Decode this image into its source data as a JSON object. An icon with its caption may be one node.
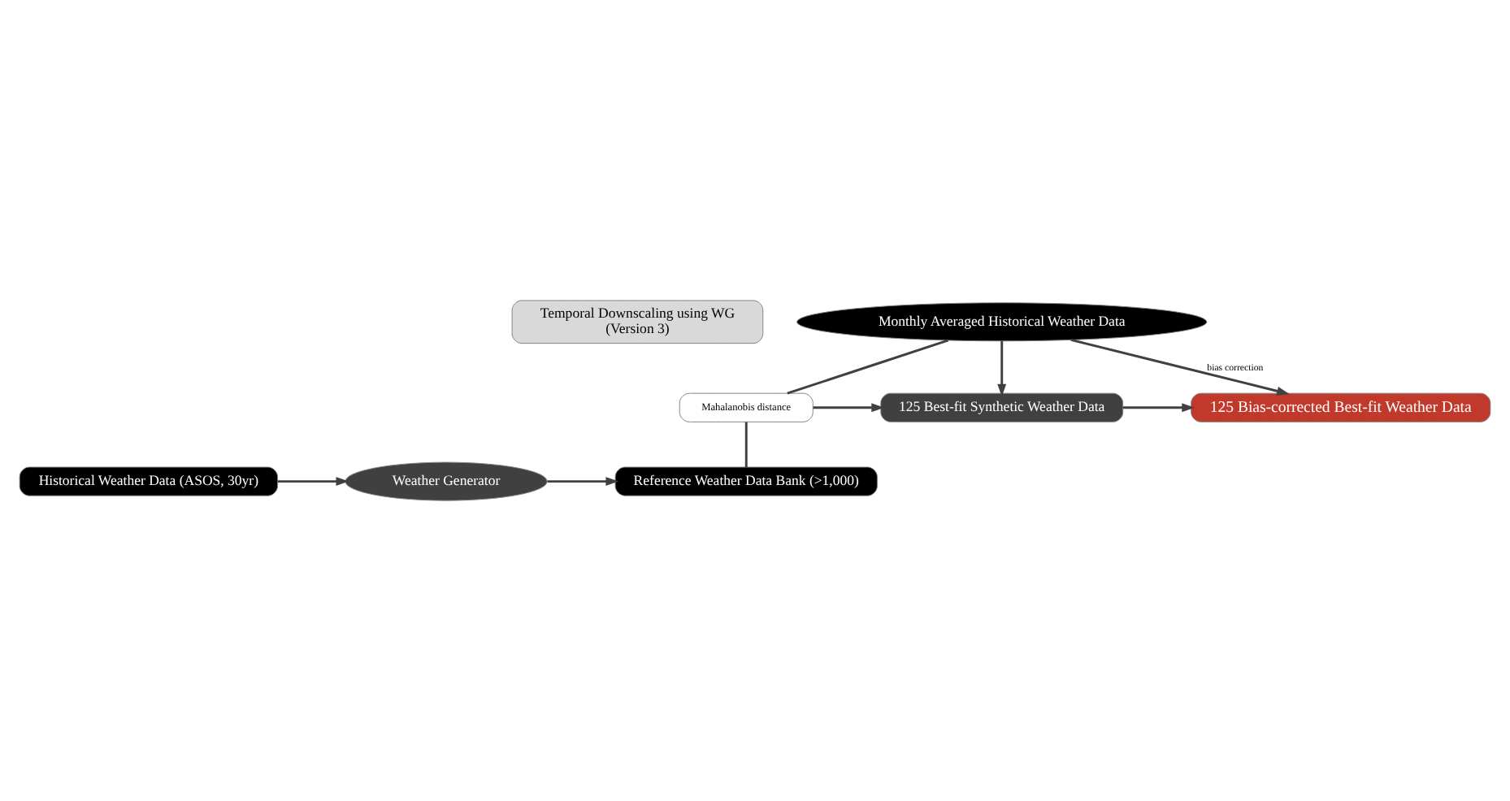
{
  "diagram": {
    "nodes": [
      {
        "text": [
          "Temporal Downscaling using WG",
          "(Version 3)"
        ]
      },
      {
        "text": [
          "Monthly Averaged Historical Weather Data"
        ]
      },
      {
        "text": [
          "125 Bias-corrected Best-fit Weather Data"
        ]
      },
      {
        "text": [
          "125 Best-fit Synthetic Weather Data"
        ]
      },
      {
        "text": [
          "Mahalanobis distance"
        ]
      },
      {
        "text": [
          "Historical Weather Data (ASOS, 30yr)"
        ]
      },
      {
        "text": [
          "Weather Generator"
        ]
      },
      {
        "text": [
          "Reference Weather Data Bank (>1,000)"
        ]
      }
    ],
    "edges": [
      {
        "from": 5,
        "to": 6,
        "arrow": "to"
      },
      {
        "from": 6,
        "to": 7,
        "arrow": "to"
      },
      {
        "from": 4,
        "to": 7,
        "arrow": "none"
      },
      {
        "from": 1,
        "to": 4,
        "arrow": "none"
      },
      {
        "from": 4,
        "to": 3,
        "arrow": "to"
      },
      {
        "from": 3,
        "to": 2,
        "arrow": "to"
      },
      {
        "from": 1,
        "to": 3,
        "arrow": "to"
      },
      {
        "from": 1,
        "to": 2,
        "arrow": "to",
        "label": "bias correction"
      }
    ]
  }
}
